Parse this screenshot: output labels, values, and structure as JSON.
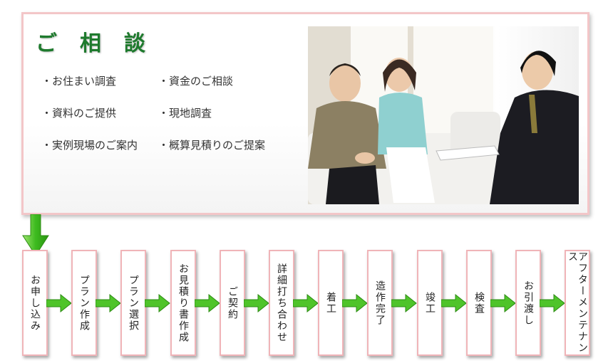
{
  "consultation": {
    "title": "ご相談",
    "items_left": [
      "・お住まい調査",
      "・資料のご提供",
      "・実例現場のご案内"
    ],
    "items_right": [
      "・資金のご相談",
      "・現地調査",
      "・概算見積りのご提案"
    ]
  },
  "flow": {
    "steps": [
      "お申し込み",
      "プラン作成",
      "プラン選択",
      "お見積り書作成",
      "ご契約",
      "詳細打ち合わせ",
      "着工",
      "造作完了",
      "竣工",
      "検査",
      "お引渡し",
      "アフターメンテナンス"
    ]
  },
  "colors": {
    "title_green": "#1e7a2d",
    "arrow_green": "#4fc42a",
    "border_pink": "#f0b4b8"
  }
}
